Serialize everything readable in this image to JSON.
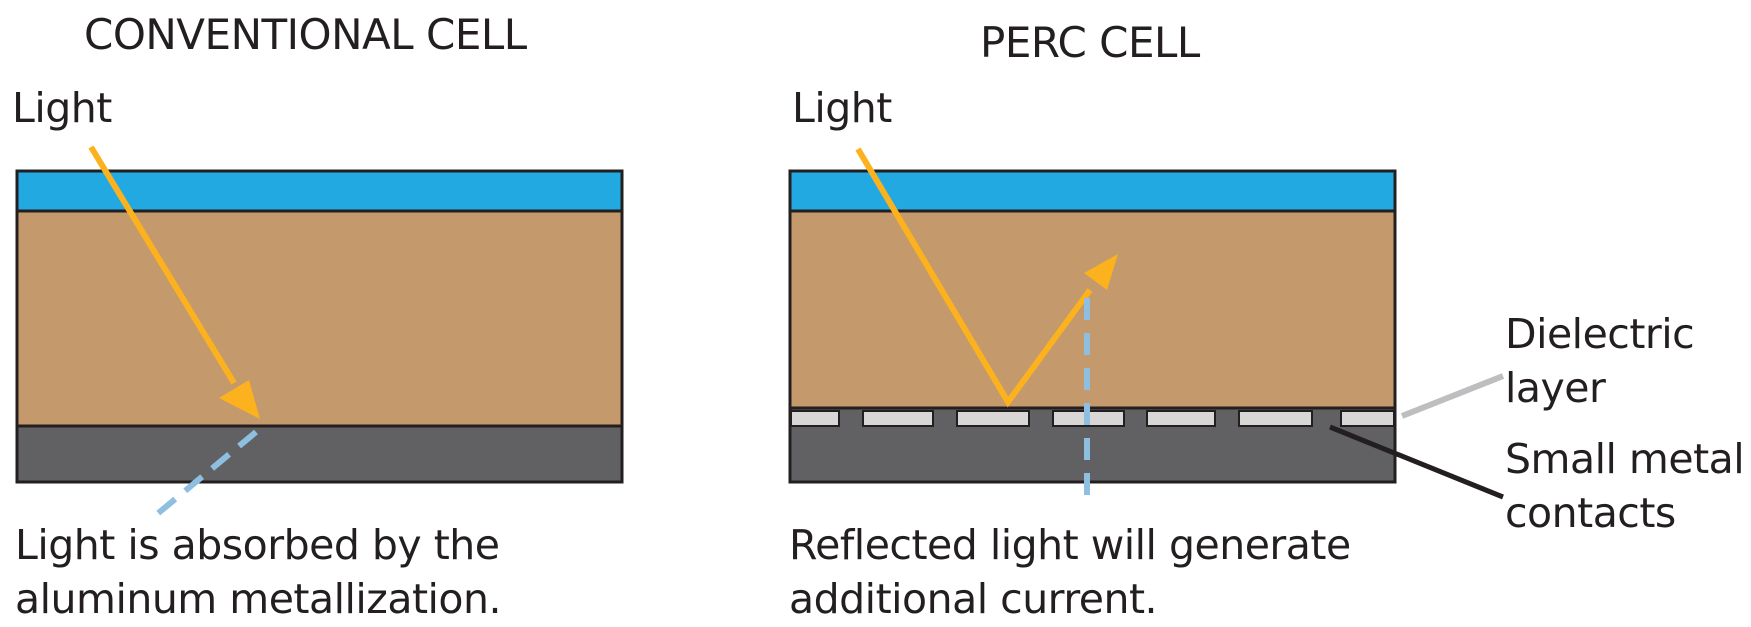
{
  "conventional": {
    "title": "CONVENTIONAL CELL",
    "light_label": "Light",
    "caption_lines": [
      "Light is absorbed by the",
      "aluminum metallization."
    ]
  },
  "perc": {
    "title": "PERC CELL",
    "light_label": "Light",
    "caption_lines": [
      "Reflected light will generate",
      "additional current."
    ],
    "dielectric_label_lines": [
      "Dielectric",
      "layer"
    ],
    "contacts_label_lines": [
      "Small metal",
      "contacts"
    ]
  },
  "colors": {
    "antireflection_layer": "#22a9e1",
    "silicon_layer": "#c49a6c",
    "metal_layer": "#616062",
    "dielectric_layer": "#d9d7d6",
    "light_ray": "#fbb21e",
    "absorbed_path": "#8fbfe0",
    "outline": "#231f20",
    "dielectric_pointer": "#bcbec0"
  },
  "icons": {
    "incident_light": "arrow",
    "reflected_light": "arrow",
    "absorbed_light": "dashed-line"
  }
}
